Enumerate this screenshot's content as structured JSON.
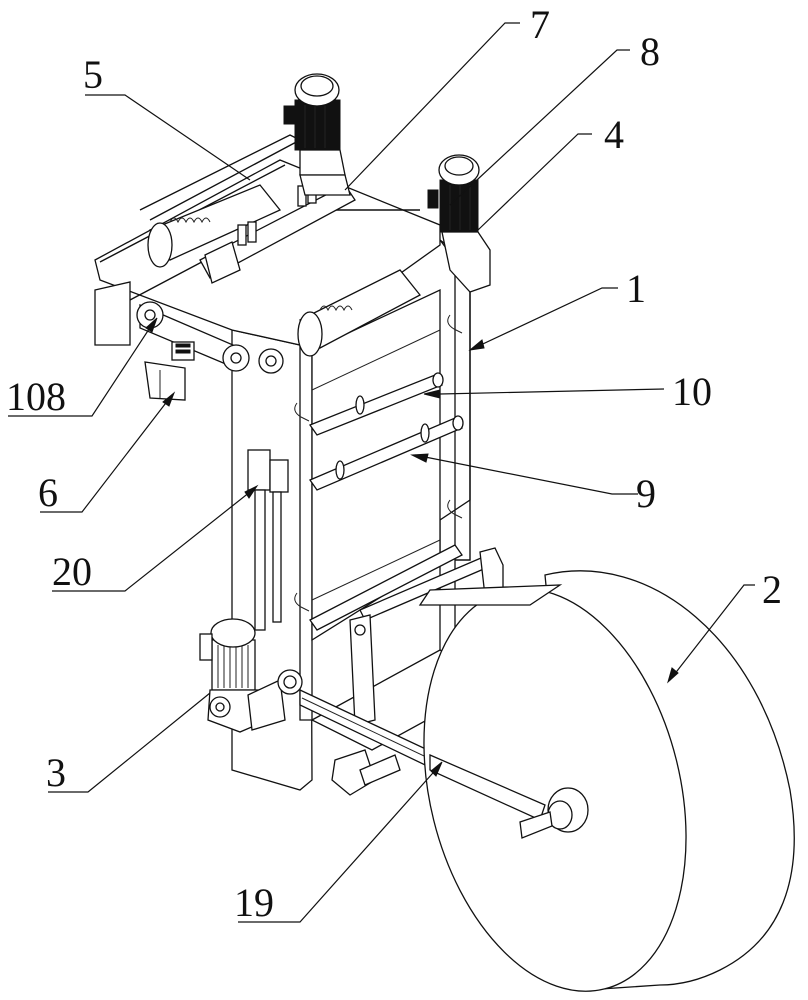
{
  "figure": {
    "type": "patent-drawing",
    "subject": "unwinding / web-feeding machine, isometric view",
    "colors": {
      "line": "#111111",
      "background": "#ffffff"
    }
  },
  "labels": [
    {
      "id": "1",
      "text": "1"
    },
    {
      "id": "2",
      "text": "2"
    },
    {
      "id": "3",
      "text": "3"
    },
    {
      "id": "4",
      "text": "4"
    },
    {
      "id": "5",
      "text": "5"
    },
    {
      "id": "6",
      "text": "6"
    },
    {
      "id": "7",
      "text": "7"
    },
    {
      "id": "8",
      "text": "8"
    },
    {
      "id": "9",
      "text": "9"
    },
    {
      "id": "10",
      "text": "10"
    },
    {
      "id": "19",
      "text": "19"
    },
    {
      "id": "20",
      "text": "20"
    },
    {
      "id": "108",
      "text": "108"
    }
  ]
}
